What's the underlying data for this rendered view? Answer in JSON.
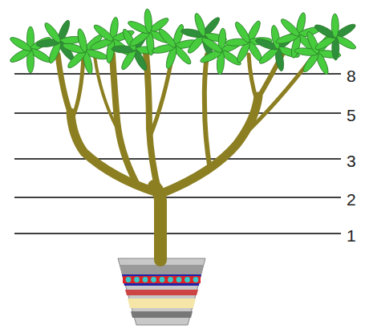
{
  "diagram": {
    "labels": [
      "8",
      "5",
      "3",
      "2",
      "1"
    ]
  }
}
